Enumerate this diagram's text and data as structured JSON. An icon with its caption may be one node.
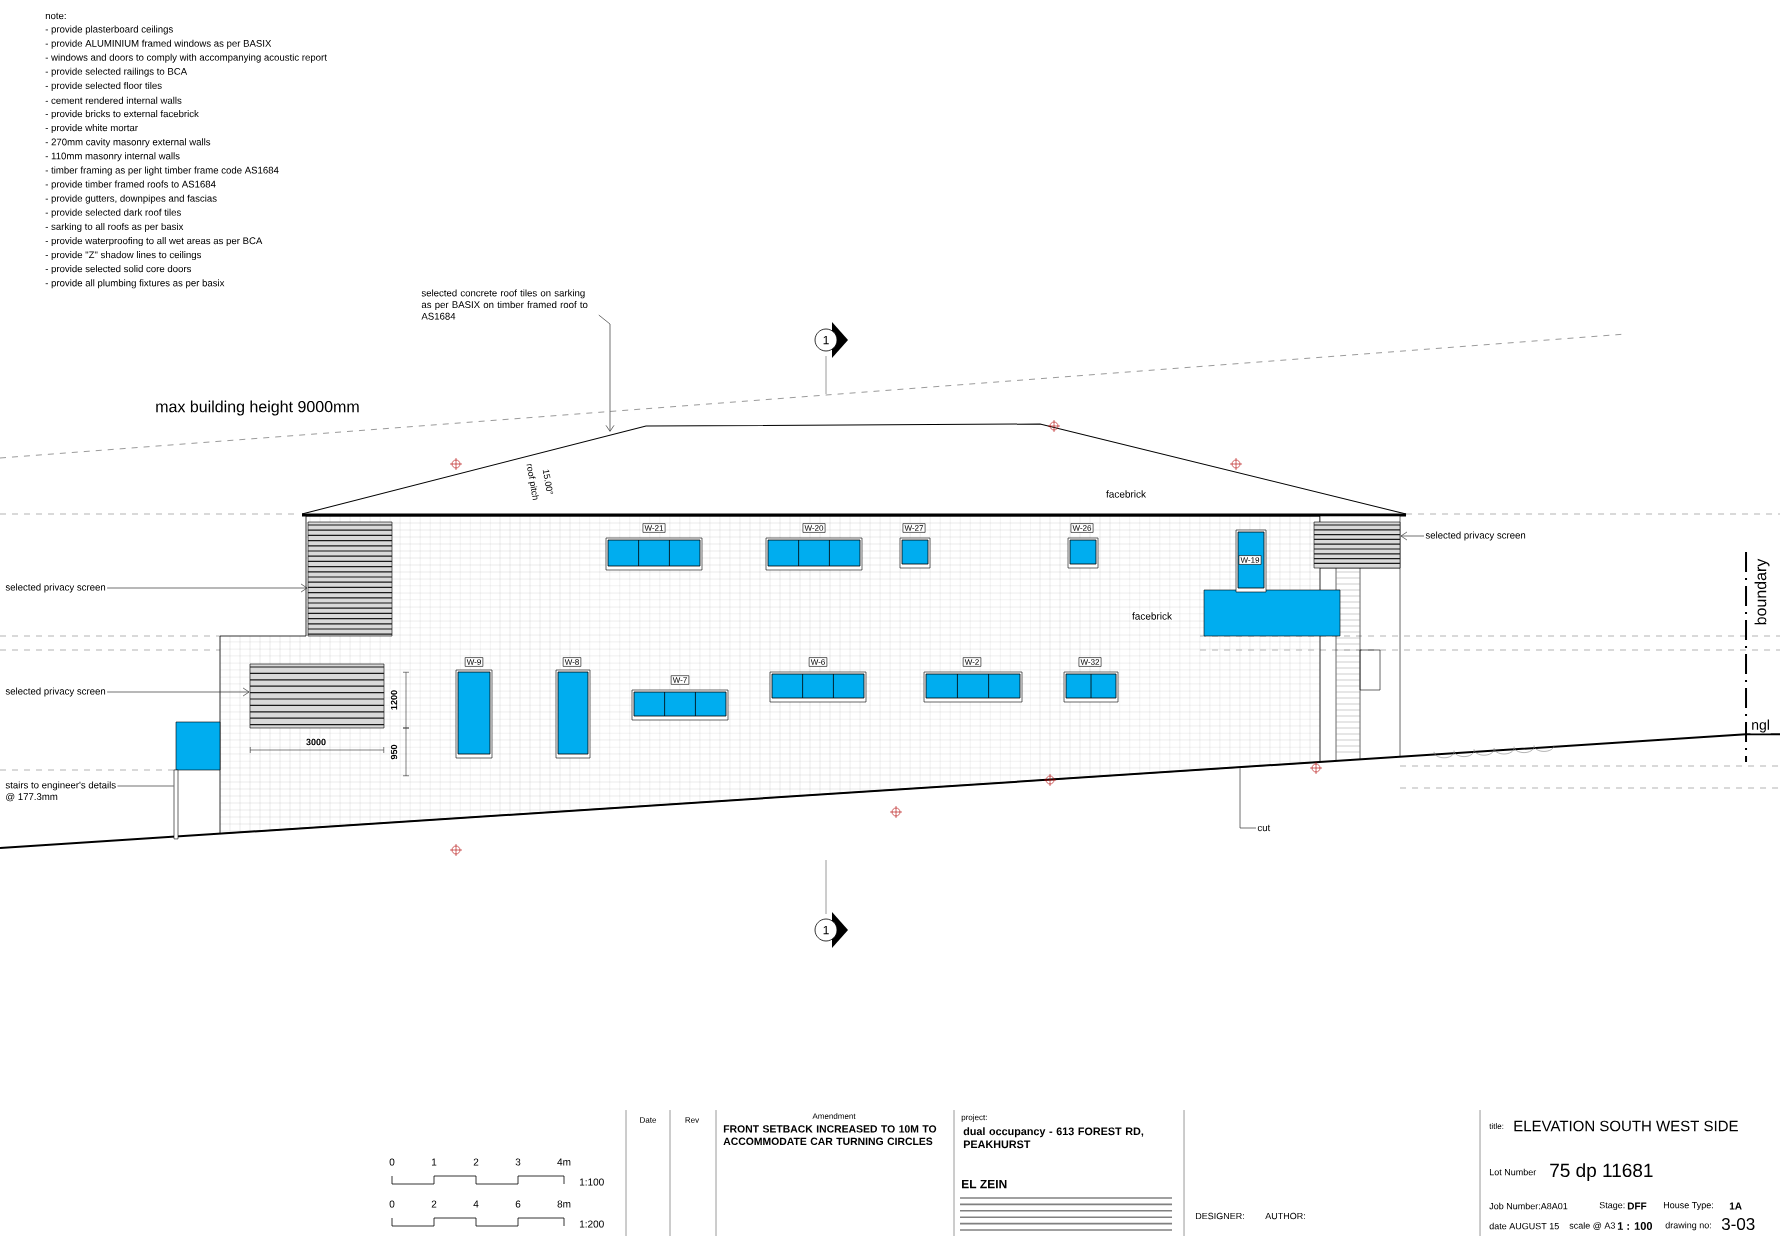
{
  "diagram": {
    "nodes": [
      {
        "text": [
          "selected concrete roof tiles on sarking as per BASIX on timber framed roof to AS1684"
        ]
      },
      {
        "text": [
          "selected privacy screen"
        ]
      },
      {
        "text": [
          "selected privacy screen"
        ]
      },
      {
        "text": [
          "selected privacy screen"
        ]
      },
      {
        "text": [
          "stairs to engineer's details",
          "@ 177.3mm"
        ]
      },
      {
        "text": [
          "cut"
        ]
      },
      {
        "text": [],
        "shape": "box"
      },
      {
        "text": [],
        "shape": "box"
      },
      {
        "text": [],
        "shape": "box"
      },
      {
        "text": [
          "W-21"
        ]
      },
      {
        "text": [
          "W-20"
        ]
      },
      {
        "text": [
          "W-27"
        ]
      },
      {
        "text": [
          "W-26"
        ]
      },
      {
        "text": [
          "W-19"
        ]
      },
      {
        "text": [
          "W-9"
        ]
      },
      {
        "text": [
          "W-8"
        ]
      },
      {
        "text": [
          "W-7"
        ]
      },
      {
        "text": [
          "W-6"
        ]
      },
      {
        "text": [
          "W-2"
        ]
      },
      {
        "text": [
          "W-32"
        ]
      },
      {
        "text": [
          "1"
        ]
      },
      {
        "text": [
          "1"
        ]
      },
      {
        "text": [],
        "shape": "bar"
      }
    ],
    "edges": [
      {
        "from": 0,
        "to": null,
        "arrow": "to"
      },
      {
        "from": 1,
        "to": 6,
        "arrow": "to"
      },
      {
        "from": 2,
        "to": 7,
        "arrow": "to"
      },
      {
        "from": 3,
        "to": 8,
        "arrow": "to"
      },
      {
        "from": 4,
        "to": 22,
        "arrow": "none"
      },
      {
        "from": 5,
        "to": null,
        "arrow": "none"
      }
    ],
    "labels": [
      "note:",
      "- provide plasterboard ceilings",
      "- provide ALUMINIUM framed windows as per BASIX",
      "- windows and doors to comply with accompanying acoustic report",
      "- provide selected railings to BCA",
      "- provide selected floor tiles",
      "- cement rendered internal walls",
      "- provide bricks to external facebrick",
      "- provide white mortar",
      "- 270mm cavity masonry external walls",
      "- 110mm masonry internal walls",
      "- timber framing as per light timber frame code AS1684",
      "- provide timber framed roofs to AS1684",
      "- provide gutters, downpipes and fascias",
      "- provide selected dark roof tiles",
      "- sarking to all roofs as per basix",
      "- provide waterproofing to all wet areas as per BCA",
      "- provide \"Z\" shadow lines to ceilings",
      "- provide selected solid core doors",
      "- provide all plumbing fixtures as per basix",
      "max building height 9000mm",
      "roof pitch",
      "15.00°",
      "facebrick",
      "facebrick",
      "1200",
      "3000",
      "950",
      "boundary",
      "ngl",
      "0",
      "1",
      "2",
      "3",
      "4m",
      "1:100",
      "0",
      "2",
      "4",
      "6",
      "8m",
      "1:200",
      "Date",
      "Rev",
      "Amendment",
      "FRONT SETBACK INCREASED TO 10M TO ACCOMMODATE CAR TURNING CIRCLES",
      "project:",
      "dual occupancy - 613 FOREST RD, PEAKHURST",
      "EL ZEIN",
      "DESIGNER:",
      "AUTHOR:",
      "title:",
      "ELEVATION SOUTH WEST SIDE",
      "Lot Number",
      "75 dp 11681",
      "Job Number:A8A01",
      "Stage:",
      "DFF",
      "House Type:",
      "1A",
      "date AUGUST 15",
      "scale @ A3",
      "1 : 100",
      "drawing no:",
      "3-03"
    ]
  }
}
